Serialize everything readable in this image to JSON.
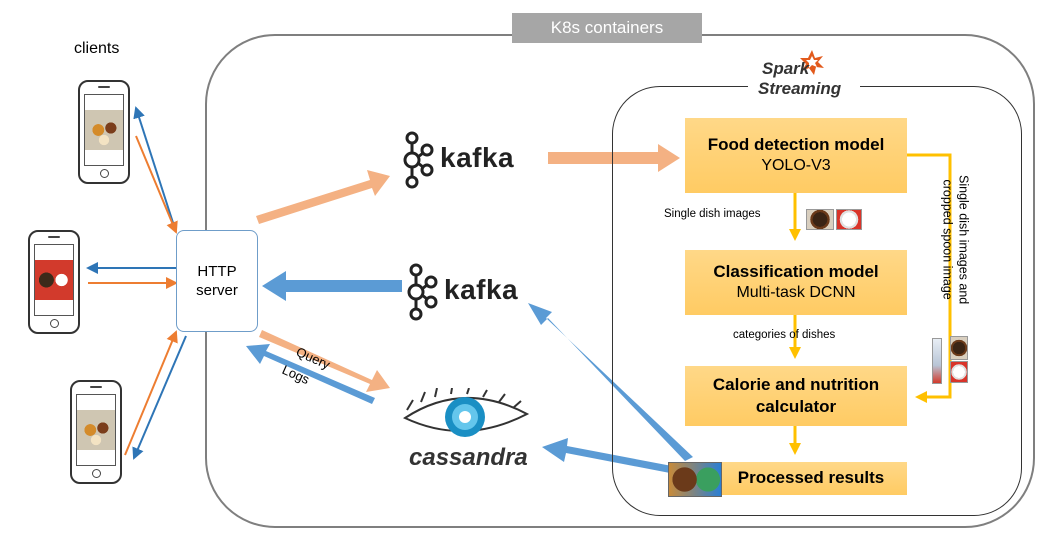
{
  "containers": {
    "k8s_label": "K8s containers"
  },
  "spark": {
    "logo_top": "Spark",
    "logo_bottom": "Streaming"
  },
  "clients": {
    "label": "clients"
  },
  "http_server": {
    "line1": "HTTP",
    "line2": "server"
  },
  "kafka": {
    "word": "kafka"
  },
  "cassandra": {
    "word": "cassandra"
  },
  "edges": {
    "query": "Query",
    "logs": "Logs"
  },
  "models": {
    "food_detection": {
      "title": "Food detection model",
      "subtitle": "YOLO-V3"
    },
    "classification": {
      "title": "Classification model",
      "subtitle": "Multi-task DCNN"
    },
    "calorie": {
      "line1": "Calorie and nutrition",
      "line2": "calculator"
    },
    "processed": {
      "title": "Processed results"
    }
  },
  "flow_labels": {
    "single_dish": "Single dish images",
    "categories": "categories of dishes",
    "side_line1": "Single dish images and",
    "side_line2": "cropped spoon image"
  },
  "colors": {
    "orange_arrow": "#f4b183",
    "blue_arrow": "#5b9bd5",
    "yellow_flow": "#ffc000",
    "box_fill": "#ffd27a",
    "client_orange": "#ed7d31",
    "client_blue": "#2e75b6"
  },
  "icons": [
    "spark-star-icon",
    "kafka-logo-icon",
    "cassandra-eye-icon",
    "phone-icon",
    "food-thumbnail-icon"
  ]
}
